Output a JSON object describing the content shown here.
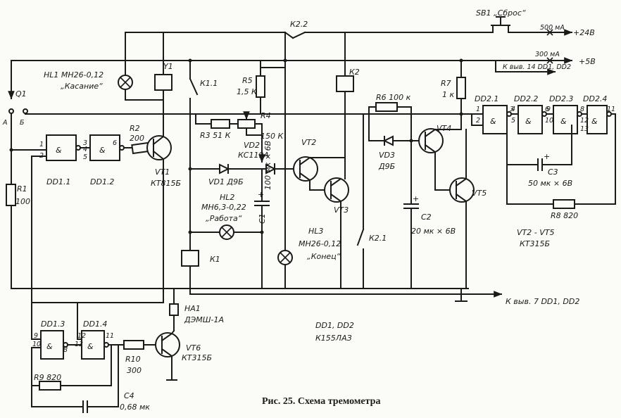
{
  "caption": "Рис. 25. Схема тремометра",
  "supply": {
    "sb1": "SB1 „Сброс“",
    "i500": "500 мА",
    "v24": "+24В",
    "i300": "300 мА",
    "v5": "+5В",
    "pin14": "К выв. 14 DD1, DD2",
    "pin7": "К выв. 7 DD1, DD2"
  },
  "components": {
    "hl1": "HL1  МН26-0,12",
    "hl1_name": "„Касание“",
    "y1": "Y1",
    "q1": "Q1",
    "q1_a": "А",
    "q1_b": "Б",
    "r1": "R1",
    "r1_val": "100",
    "dd11": "DD1.1",
    "dd12": "DD1.2",
    "r2": "R2",
    "r2_val": "200",
    "vt1": "VT1",
    "vt1_type": "КТ815Б",
    "k11": "К1.1",
    "k22": "К2.2",
    "r5": "R5",
    "r5_val": "1,5 К",
    "r3": "R3  51 К",
    "r4": "R4",
    "r4_val": "150 К",
    "vd2": "VD2",
    "vd2_type": "КС119А",
    "vd1": "VD1  Д9Б",
    "hl2": "HL2",
    "hl2_type": "МН6,3-0,22",
    "hl2_name": "„Работа“",
    "c1": "С1",
    "c1_val": "100 мк × 6В",
    "k1": "К1",
    "vt2": "VT2",
    "vt3": "VT3",
    "k2": "К2",
    "hl3": "HL3",
    "hl3_type": "МН26-0,12",
    "hl3_name": "„Конец“",
    "k21": "К2.1",
    "r6": "R6 100 к",
    "vd3": "VD3",
    "vd3_type": "Д9Б",
    "c2": "С2",
    "c2_val": "20 мк × 6В",
    "r7": "R7",
    "r7_val": "1 к",
    "vt4": "VT4",
    "vt5": "VT5",
    "dd21": "DD2.1",
    "dd22": "DD2.2",
    "dd23": "DD2.3",
    "dd24": "DD2.4",
    "c3": "С3",
    "c3_val": "50 мк × 6В",
    "r8": "R8  820",
    "vt25": "VT2 - VT5",
    "vt25_type": "КТ315Б",
    "ha1": "НА1",
    "ha1_type": "ДЭМШ-1А",
    "dd13": "DD1.3",
    "dd14": "DD1.4",
    "r9": "R9  820",
    "r10": "R10",
    "r10_val": "300",
    "vt6": "VT6",
    "vt6_type": "КТ315Б",
    "c4": "С4",
    "c4_val": "0,68 мк",
    "dd_all": "DD1, DD2",
    "dd_type": "К155ЛАЗ",
    "amp": "&",
    "plus": "+",
    "pins": {
      "p1": "1",
      "p2": "2",
      "p3": "3",
      "p4": "4",
      "p5": "5",
      "p6": "6",
      "p8": "8",
      "p9": "9",
      "p10": "10",
      "p11": "11",
      "p12": "12",
      "p13": "13"
    }
  }
}
